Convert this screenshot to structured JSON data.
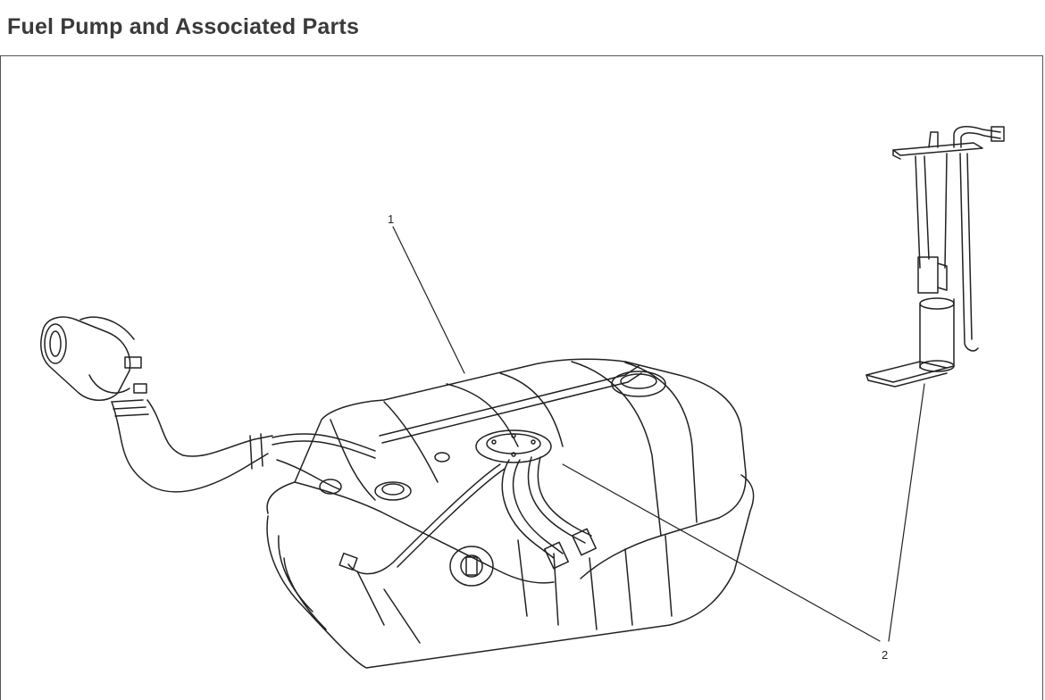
{
  "title": "Fuel Pump and Associated Parts",
  "callouts": [
    {
      "id": "1",
      "label": "1"
    },
    {
      "id": "2",
      "label": "2"
    }
  ],
  "colors": {
    "line": "#222222",
    "title": "#3a3a3a",
    "frame": "#555555"
  }
}
